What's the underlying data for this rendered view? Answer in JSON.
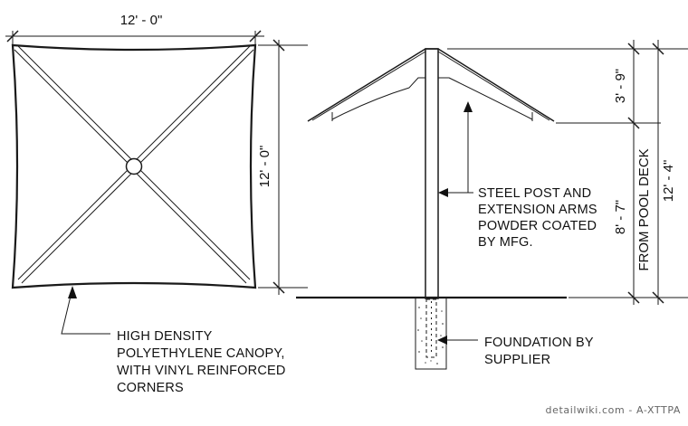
{
  "dimensions": {
    "plan_width": "12' - 0\"",
    "plan_depth": "12' - 0\"",
    "canopy_height": "3' - 9\"",
    "post_height": "8' - 7\"",
    "overall_height": "12' - 4\"",
    "reference": "FROM POOL DECK"
  },
  "notes": {
    "canopy": [
      "HIGH DENSITY",
      "POLYETHYLENE CANOPY,",
      "WITH VINYL REINFORCED",
      "CORNERS"
    ],
    "post": [
      "STEEL POST AND",
      "EXTENSION ARMS",
      "POWDER COATED",
      "BY MFG."
    ],
    "foundation": [
      "FOUNDATION BY",
      "SUPPLIER"
    ]
  },
  "watermark": "detailwiki.com - A-XTTPA"
}
